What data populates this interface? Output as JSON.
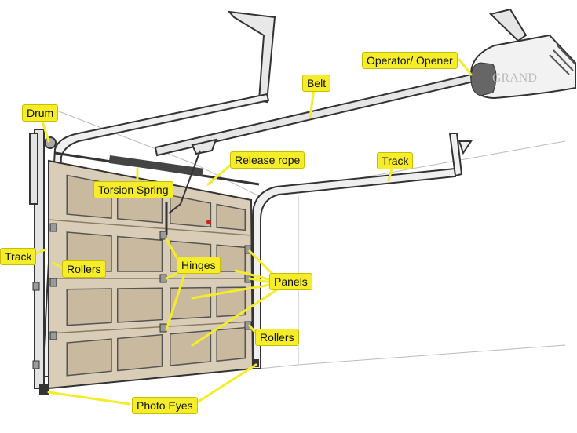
{
  "labels": {
    "drum": "Drum",
    "belt": "Belt",
    "operator": "Operator/ Opener",
    "release_rope": "Release rope",
    "track_right": "Track",
    "torsion_spring": "Torsion Spring",
    "track_left": "Track",
    "rollers_left": "Rollers",
    "hinges": "Hinges",
    "panels": "Panels",
    "rollers_right": "Rollers",
    "photo_eyes": "Photo Eyes"
  },
  "watermark": "GRAND",
  "colors": {
    "label_fill": "#f5ec2a",
    "door_fill": "#d9cdb8",
    "panel_fill": "#c8b99f",
    "line": "#333333",
    "leader": "#f5ec2a"
  }
}
